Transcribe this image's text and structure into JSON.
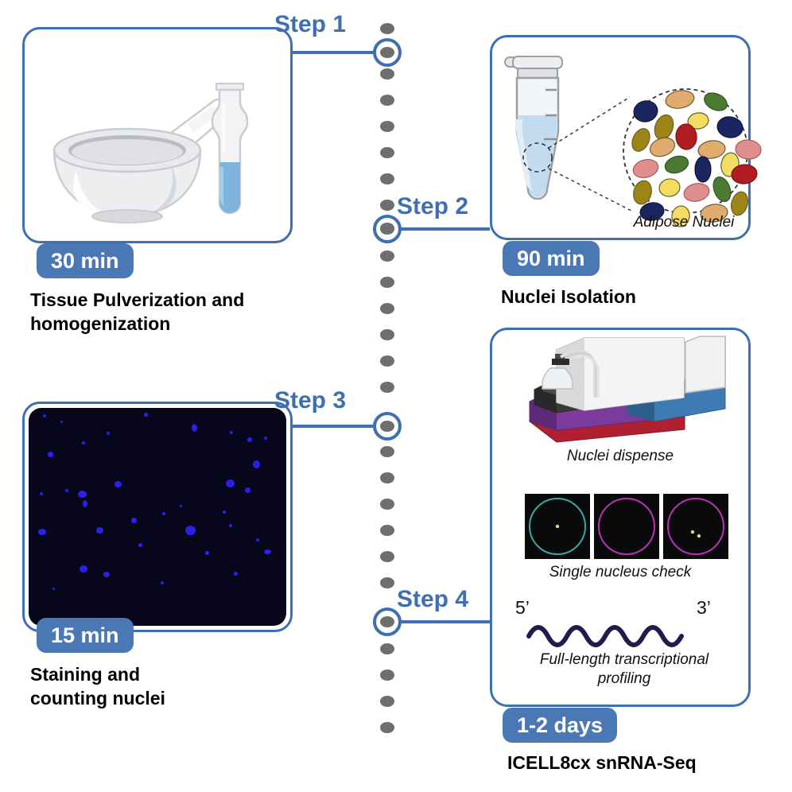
{
  "diagram": {
    "title": "snRNA-Seq workflow",
    "accent_blue": "#3e6fb0",
    "badge_blue": "#4a78b5",
    "timeline_dot_color": "#6e6e6e"
  },
  "steps": [
    {
      "label": "Step 1",
      "duration": "30 min",
      "caption": "Tissue Pulverization and\nhomogenization",
      "icons": [
        "mortar-and-pestle-icon",
        "test-tube-icon"
      ]
    },
    {
      "label": "Step 2",
      "duration": "90 min",
      "caption": "Nuclei Isolation",
      "inner_caption": "Adipose Nuclei",
      "icons": [
        "microcentrifuge-tube-icon",
        "nuclei-cluster-icon"
      ]
    },
    {
      "label": "Step 3",
      "duration": "15 min",
      "caption": "Staining and\ncounting nuclei",
      "icons": [
        "fluorescence-micrograph-icon"
      ]
    },
    {
      "label": "Step 4",
      "duration": "1-2 days",
      "caption": "ICELL8cx snRNA-Seq",
      "inner_captions": {
        "dispense": "Nuclei dispense",
        "check": "Single nucleus check",
        "profiling": "Full-length transcriptional\nprofiling"
      },
      "prime_five": "5’",
      "prime_three": "3’",
      "icons": [
        "icell8cx-instrument-icon",
        "nucleus-well-thumbnail-icon",
        "rna-strand-icon"
      ]
    }
  ],
  "nuclei_colors": [
    "#1b2560",
    "#e0ab6e",
    "#4d7a33",
    "#f2dc62",
    "#b01c22",
    "#9c8417",
    "#e08d8d"
  ],
  "well_thumbnails": [
    {
      "ring_color": "#3fa7a3",
      "nucleus_count": 1
    },
    {
      "ring_color": "#b533b5",
      "nucleus_count": 0
    },
    {
      "ring_color": "#b533b5",
      "nucleus_count": 2
    }
  ]
}
